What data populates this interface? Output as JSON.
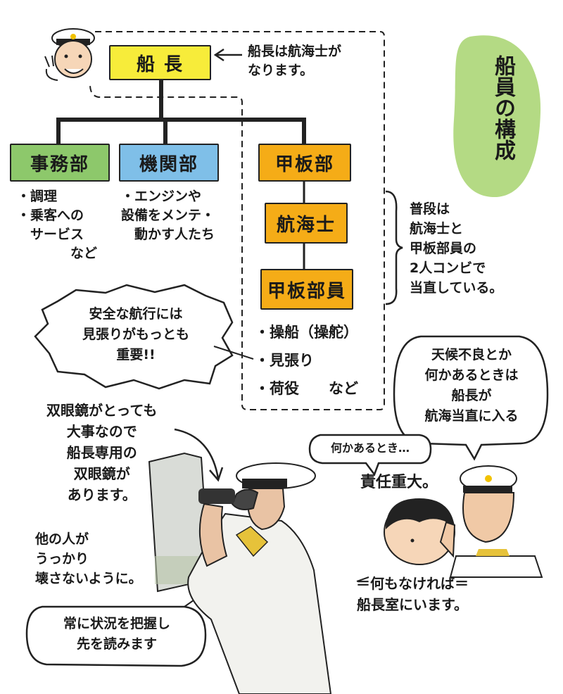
{
  "title": "船員の構成",
  "colors": {
    "captain": "#f7ec3a",
    "jimu": "#8dc86b",
    "kikan": "#7fbfe8",
    "kanpan": "#f5ac17",
    "blob": "#9fce69"
  },
  "org": {
    "captain": "船 長",
    "captain_note": "船長は航海士が\nなります。",
    "depts": {
      "jimu": "事務部",
      "kikan": "機関部",
      "kanpan": "甲板部"
    },
    "jimu_notes": "・調理\n・乗客への\n　サービス\n　　　　など",
    "kikan_notes": "・エンジンや\n設備をメンテ・\n　動かす人たち",
    "navigator": "航海士",
    "deckhand": "甲板部員",
    "deck_tasks": "・操船（操舵）\n・見張り\n・荷役　　など",
    "duty_note": "普段は\n航海士と\n甲板部員の\n2人コンビで\n当直している。"
  },
  "bubbles": {
    "lookout": "安全な航行には\n見張りがもっとも\n重要!!",
    "captain_watch": "天候不良とか\n何かあるときは\n船長が\n航海当直に入る",
    "situation": "常に状況を把握し\n先を読みます",
    "emergency": "何かあるとき…"
  },
  "notes": {
    "binoculars": "双眼鏡がとっても\n大事なので\n船長専用の\n双眼鏡が\nあります。",
    "others": "他の人が\nうっかり\n壊さないように。",
    "responsibility": "責任重大。",
    "cabin": "＝何もなければ＝\n船長室にいます。"
  }
}
